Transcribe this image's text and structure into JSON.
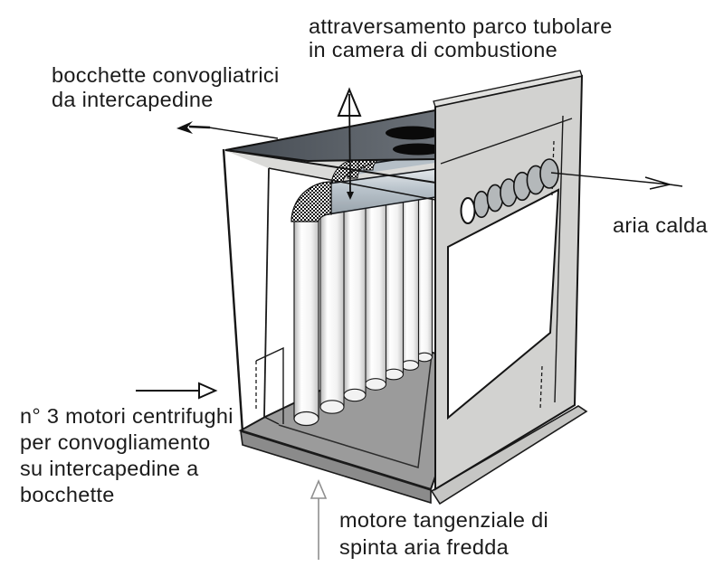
{
  "labels": {
    "passthrough": {
      "text": "attraversamento parco tubolare\nin camera di combustione"
    },
    "nozzles": {
      "text": "bocchette convogliatrici\nda intercapedine"
    },
    "hot_air": {
      "text": "aria calda"
    },
    "motors": {
      "text": "n° 3 motori centrifughi\nper convogliamento\nsu intercapedine a\nbocchette"
    },
    "cold_air_motor": {
      "text": "motore tangenziale di\nspinta aria fredda"
    }
  },
  "diagram": {
    "kind": "isometric technical illustration of combustion chamber with tube bundle",
    "vertical_tube_count": 7,
    "side_panel_hole_count": 7,
    "top_plate_hole_count": 2,
    "colors": {
      "top_plate": "#51575f",
      "horizontal_tubes": "#b8c2ca",
      "vertical_tubes": "#f6f6f6",
      "side_panel": "#d2d2d0",
      "floor": "#9b9b9b",
      "outline": "#1a1a1a",
      "gray_arrow": "#8f8f8f",
      "background": "#ffffff"
    }
  }
}
